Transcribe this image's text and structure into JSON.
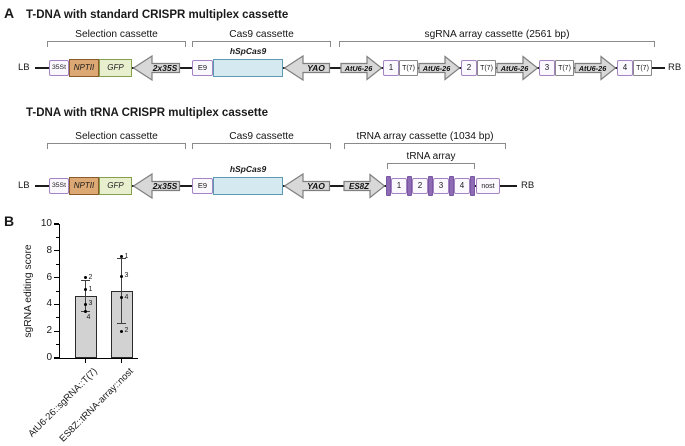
{
  "panel_a": {
    "label": "A",
    "construct1": {
      "title": "T-DNA with standard CRISPR multiplex cassette",
      "brackets": {
        "selection": "Selection cassette",
        "cas9": "Cas9 cassette",
        "array": "sgRNA array cassette (2561 bp)"
      },
      "lb": "LB",
      "rb": "RB",
      "selection_elements": {
        "terminator": "35St",
        "marker": "NPTII",
        "reporter": "GFP",
        "promoter_arrow": "2x35S"
      },
      "cas9_elements": {
        "terminator": "E9",
        "gene": "hSpCas9",
        "promoter_arrow": "YAO"
      },
      "sgrna_units": [
        {
          "promoter": "AtU6-26",
          "guide": "1",
          "terminator": "T(7)"
        },
        {
          "promoter": "AtU6-26",
          "guide": "2",
          "terminator": "T(7)"
        },
        {
          "promoter": "AtU6-26",
          "guide": "3",
          "terminator": "T(7)"
        },
        {
          "promoter": "AtU6-26",
          "guide": "4",
          "terminator": "T(7)"
        }
      ]
    },
    "construct2": {
      "title": "T-DNA with tRNA CRISPR multiplex cassette",
      "brackets": {
        "selection": "Selection cassette",
        "cas9": "Cas9 cassette",
        "array": "tRNA array cassette (1034 bp)",
        "trna": "tRNA array"
      },
      "lb": "LB",
      "rb": "RB",
      "selection_elements": {
        "terminator": "35St",
        "marker": "NPTII",
        "reporter": "GFP",
        "promoter_arrow": "2x35S"
      },
      "cas9_elements": {
        "terminator": "E9",
        "gene": "hSpCas9",
        "promoter_arrow": "YAO"
      },
      "promoter_arrow": "ES8Z",
      "trna_units": [
        "1",
        "2",
        "3",
        "4"
      ],
      "terminator": "nost"
    }
  },
  "panel_b": {
    "label": "B"
  },
  "chart_data": {
    "type": "bar",
    "title": "",
    "xlabel": "",
    "ylabel": "sgRNA editing score",
    "ylim": [
      0,
      10
    ],
    "ytick_major": [
      0,
      2,
      4,
      6,
      8,
      10
    ],
    "ytick_minor": [
      1,
      3,
      5,
      7,
      9
    ],
    "grid": false,
    "legend": false,
    "bar_fill": "#d2d2d2",
    "categories": [
      "AtU6-26::sgRNA::T(7)",
      "ES8Z::tRNA-array::nost"
    ],
    "series": [
      {
        "name": "AtU6-26::sgRNA::T(7)",
        "mean": 4.6,
        "err_low": 3.5,
        "err_high": 5.8,
        "points": [
          {
            "label": "2",
            "value": 6.0
          },
          {
            "label": "1",
            "value": 5.1
          },
          {
            "label": "3",
            "value": 4.0
          },
          {
            "label": "4",
            "value": 3.5,
            "label_below": true
          }
        ]
      },
      {
        "name": "ES8Z::tRNA-array::nost",
        "mean": 5.0,
        "err_low": 2.55,
        "err_high": 7.45,
        "points": [
          {
            "label": "1",
            "value": 7.55
          },
          {
            "label": "3",
            "value": 6.1
          },
          {
            "label": "4",
            "value": 4.5
          },
          {
            "label": "2",
            "value": 2.0
          }
        ]
      }
    ]
  }
}
